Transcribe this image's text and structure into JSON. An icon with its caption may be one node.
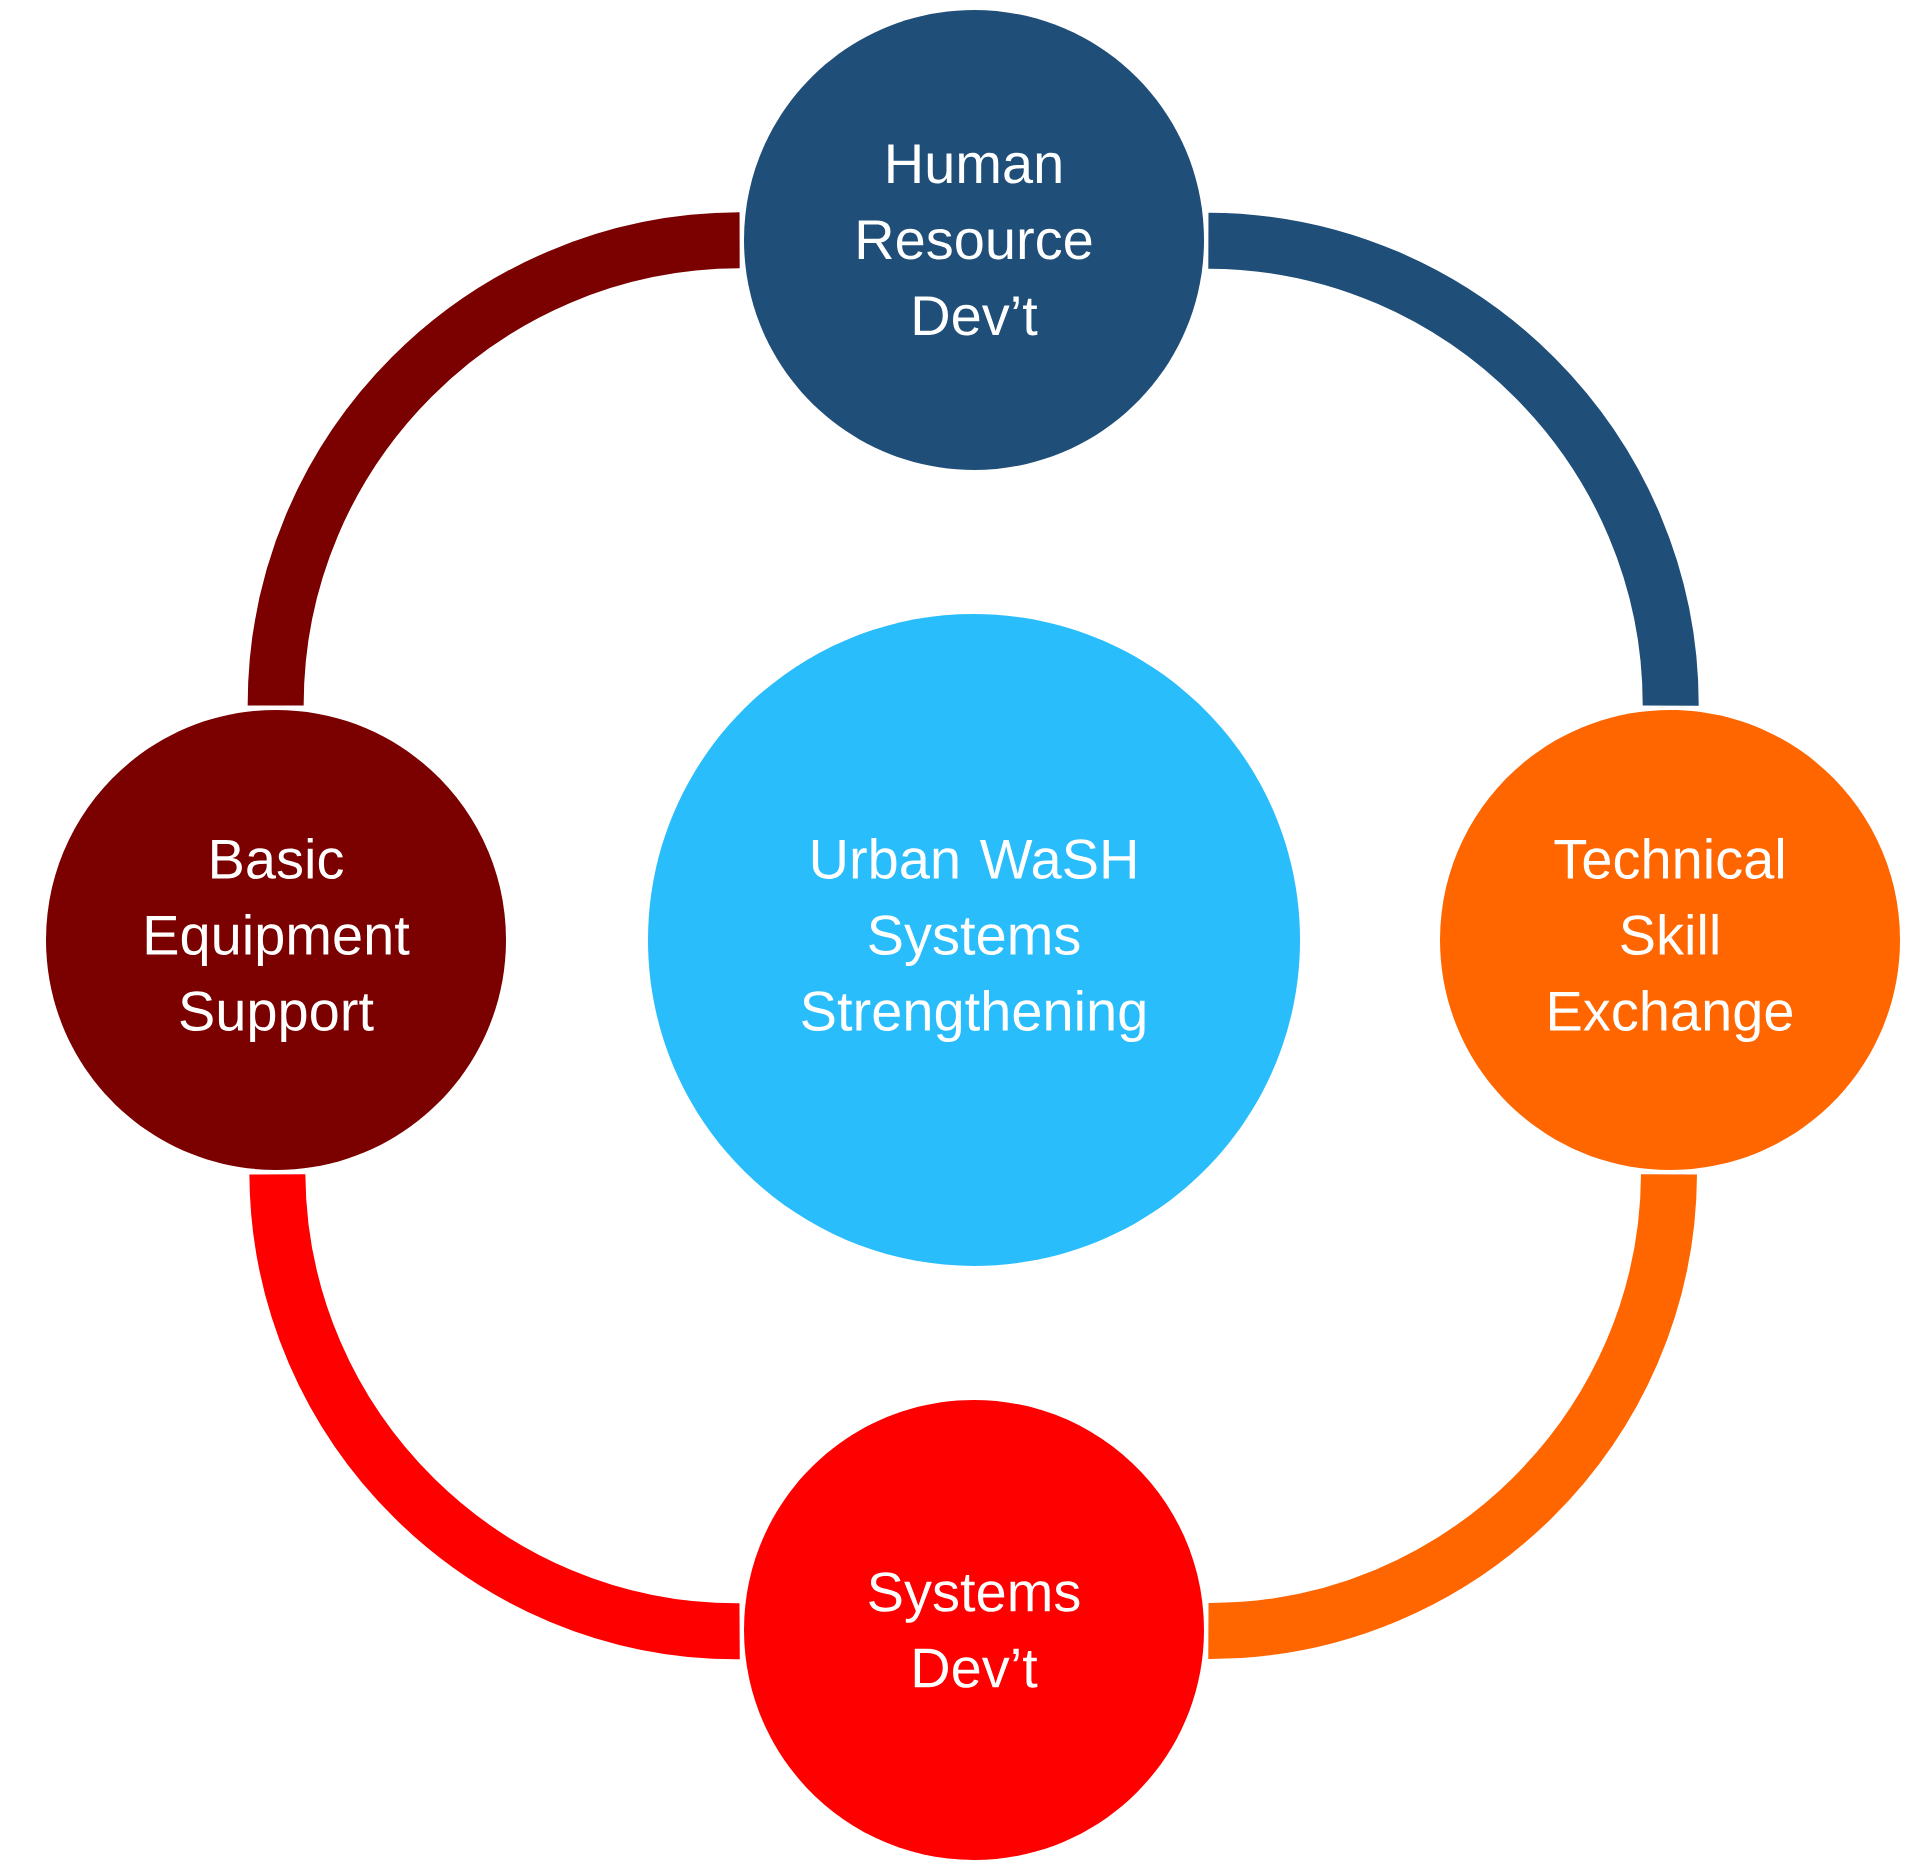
{
  "diagram": {
    "nodes": [
      {
        "text": [
          "Human Resource Dev’t"
        ]
      },
      {
        "text": [
          "Basic Equipment Support"
        ]
      },
      {
        "text": [
          "Urban WaSH Systems Strengthening"
        ]
      },
      {
        "text": [
          "Technical Skill Exchange"
        ]
      },
      {
        "text": [
          "Systems Dev’t"
        ]
      }
    ],
    "edges": [
      {
        "from": 0,
        "to": 3,
        "arrow": "none",
        "color": "#1f4e79"
      },
      {
        "from": 3,
        "to": 4,
        "arrow": "none",
        "color": "#ff6600"
      },
      {
        "from": 4,
        "to": 1,
        "arrow": "none",
        "color": "#ff0000"
      },
      {
        "from": 1,
        "to": 0,
        "arrow": "none",
        "color": "#7b0000"
      }
    ]
  }
}
